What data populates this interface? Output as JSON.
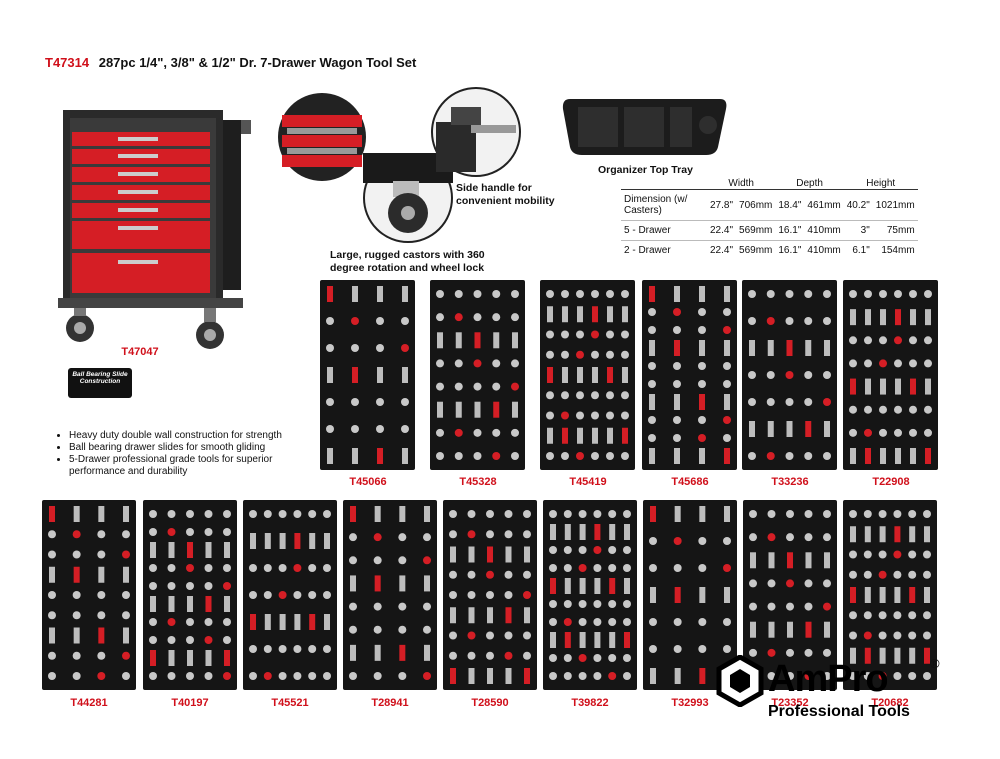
{
  "header": {
    "code": "T47314",
    "title": "287pc 1/4\", 3/8\" & 1/2\" Dr. 7-Drawer Wagon Tool Set"
  },
  "cabinet": {
    "code": "T47047",
    "badge": "Ball Bearing Slide Construction"
  },
  "captions": {
    "top_tray": "Organizer Top Tray",
    "side_handle": "Side handle for convenient mobility",
    "castors": "Large, rugged castors with 360 degree rotation and wheel lock"
  },
  "dimensions": {
    "headers": [
      "",
      "Width",
      "Depth",
      "Height"
    ],
    "rows": [
      {
        "label": "Dimension (w/ Casters)",
        "w_in": "27.8\"",
        "w_mm": "706mm",
        "d_in": "18.4\"",
        "d_mm": "461mm",
        "h_in": "40.2\"",
        "h_mm": "1021mm"
      },
      {
        "label": "5 - Drawer",
        "w_in": "22.4\"",
        "w_mm": "569mm",
        "d_in": "16.1\"",
        "d_mm": "410mm",
        "h_in": "3\"",
        "h_mm": "75mm"
      },
      {
        "label": "2 - Drawer",
        "w_in": "22.4\"",
        "w_mm": "569mm",
        "d_in": "16.1\"",
        "d_mm": "410mm",
        "h_in": "6.1\"",
        "h_mm": "154mm"
      }
    ]
  },
  "features": [
    "Heavy duty double wall construction for strength",
    "Ball bearing drawer slides for smooth gliding",
    "5-Drawer professional grade tools for superior performance and durability"
  ],
  "trays_row1": [
    "T45066",
    "T45328",
    "T45419",
    "T45686",
    "T33236",
    "T22908"
  ],
  "trays_row2": [
    "T44281",
    "T40197",
    "T45521",
    "T28941",
    "T28590",
    "T39822",
    "T32993",
    "T23352",
    "T20682"
  ],
  "brand": {
    "name": "AmPro",
    "tagline": "Professional Tools",
    "reg": "®"
  },
  "colors": {
    "accent": "#d0101b",
    "tray": "#151515"
  }
}
